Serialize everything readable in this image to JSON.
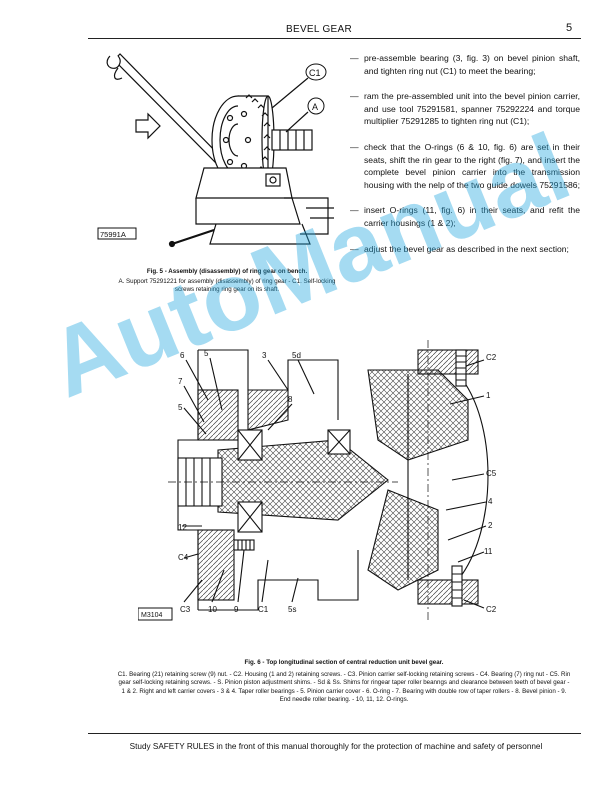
{
  "header": {
    "title": "BEVEL GEAR",
    "page_number": "5"
  },
  "figure5": {
    "labels": {
      "c1": "C1",
      "a": "A",
      "ref": "75991A"
    },
    "caption_title": "Fig. 5 - Assembly (disassembly) of ring gear on bench.",
    "caption_body": "A. Support 75291221 for assembly (disassembly) of ring gear - C1. Self-locking screws retaining ring gear on its shaft."
  },
  "instructions": [
    "pre-assemble bearing (3, fig. 3) on bevel pinion shaft, and tighten ring nut (C1) to meet the bearing;",
    "ram the pre-assembled unit into the bevel pinion carrier, and use tool 75291581, spanner 75292224 and torque multiplier 75291285 to tighten ring nut (C1);",
    "check that the O-rings (6 & 10, fig. 6) are set in their seats, shift the rin gear to the right (fig. 7), and insert the complete bevel pinion carrier into the transmission housing with the nelp of the two guide dowels 75291586;",
    "insert O-rings (11, fig. 6) in their seats, and refit the carrier housings (1 & 2);",
    "adjust the bevel gear as described in the next section;"
  ],
  "figure6": {
    "labels": {
      "l6": "6",
      "l5": "5",
      "l7": "7",
      "l3": "3",
      "l5d": "5d",
      "lc2a": "C2",
      "l8": "8",
      "l1": "1",
      "l12": "12",
      "lc4": "C4",
      "lc5": "C5",
      "l4": "4",
      "l2": "2",
      "l11": "11",
      "lc3": "C3",
      "l10": "10",
      "l9": "9",
      "lc1": "C1",
      "l5s": "5s",
      "lc2b": "C2",
      "ref": "M3104"
    },
    "caption_title": "Fig. 6 - Top longitudinal section of central reduction unit bevel gear.",
    "caption_body": "C1. Bearing (21) retaining screw (9) nut. - C2. Housing (1 and 2) retaining screws. - C3. Pinion carrier self-locking retaining screws - C4. Bearing (7) ring nut - C5. Rin gear self-locking retaining screws. - S. Pinion piston adjustment shims. - Sd & Ss. Shims for ringear taper roller beanngs and clearance between teeth of bevel gear - 1 & 2. Right and left carrier covers - 3 & 4. Taper roller bearings - 5. Pinion carrier cover - 6. O-ring - 7. Bearing with double row of taper rollers - 8. Bevel pinion - 9. End needle roller bearing. - 10, 11, 12. O-rings."
  },
  "watermark": "AutoManual",
  "footer": "Study SAFETY RULES in the front of this manual thoroughly for the protection of machine and safety of personnel"
}
